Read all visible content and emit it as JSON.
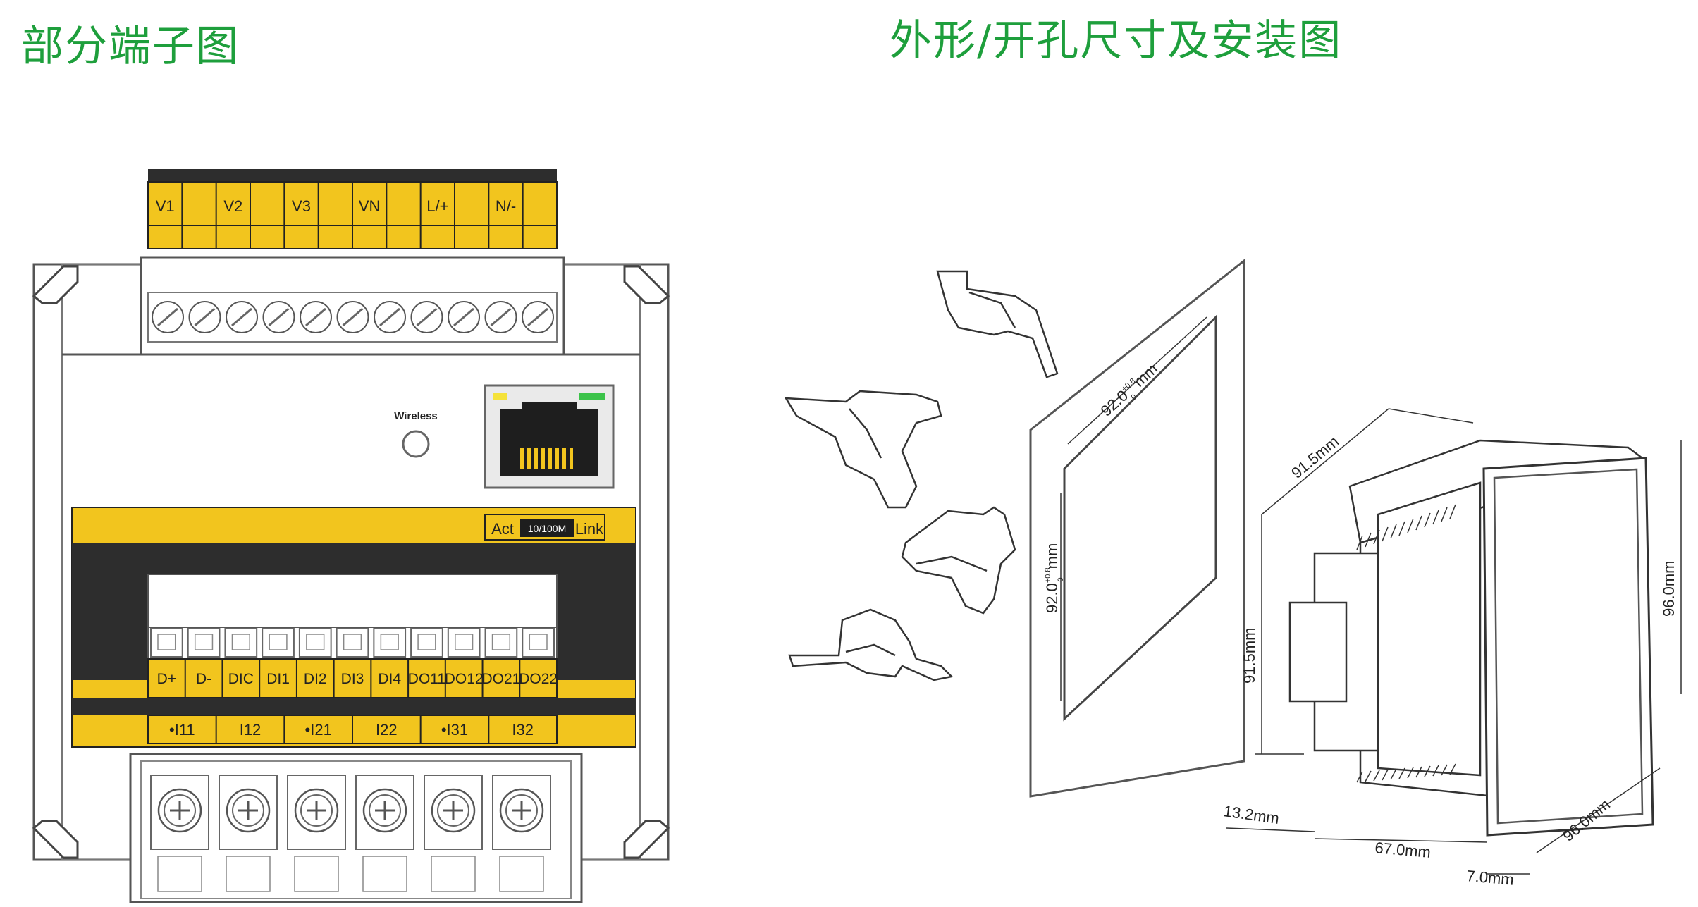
{
  "titles": {
    "left": "部分端子图",
    "right": "外形/开孔尺寸及安装图"
  },
  "terminal_diagram": {
    "top_terminals": [
      "V1",
      "V2",
      "V3",
      "VN",
      "L/+",
      "N/-"
    ],
    "wireless_label": "Wireless",
    "ethernet": {
      "act": "Act",
      "speed": "10/100M",
      "link": "Link"
    },
    "middle_terminals": [
      "D+",
      "D-",
      "DIC",
      "DI1",
      "DI2",
      "DI3",
      "DI4",
      "DO11",
      "DO12",
      "DO21",
      "DO22"
    ],
    "current_terminals": [
      "•I11",
      "I12",
      "•I21",
      "I22",
      "•I31",
      "I32"
    ]
  },
  "dimension_diagram": {
    "cutout_width": "92.0",
    "cutout_height": "92.0",
    "tolerance_upper": "+0.8",
    "tolerance_lower": "0",
    "cutout_unit": "mm",
    "depth_label": "91.5mm",
    "height_label": "91.5mm",
    "front_height": "96.0mm",
    "front_width": "96.0mm",
    "offset": "13.2mm",
    "body_depth": "67.0mm",
    "bezel_depth": "7.0mm"
  },
  "colors": {
    "title_green": "#1e9f3c",
    "terminal_yellow": "#f2c51e",
    "terminal_dark": "#2d2d2d",
    "led_yellow": "#f5e23a",
    "led_green": "#3cc34a"
  }
}
